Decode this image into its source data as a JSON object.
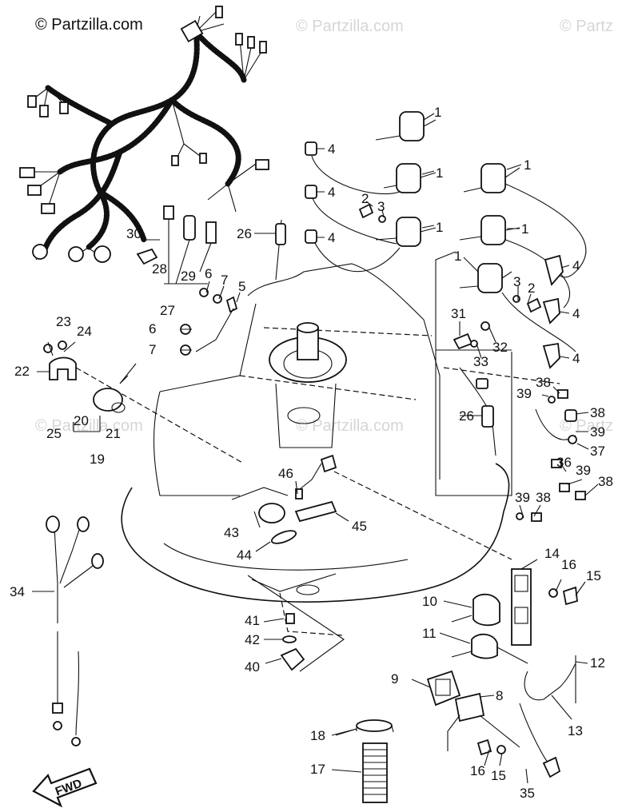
{
  "watermarks": [
    "© Partzilla.com",
    "© Partzilla.com",
    "© Partz",
    "© Partzilla.com",
    "© Partzilla.com",
    "© Partz"
  ],
  "fwd_label": "FWD",
  "callouts": {
    "c1a": "1",
    "c1b": "1",
    "c1c": "1",
    "c1d": "1",
    "c1e": "1",
    "c1f": "1",
    "c2a": "2",
    "c2b": "2",
    "c3a": "3",
    "c3b": "3",
    "c4a": "4",
    "c4b": "4",
    "c4c": "4",
    "c4d": "4",
    "c4e": "4",
    "c4f": "4",
    "c5": "5",
    "c6a": "6",
    "c6b": "6",
    "c7a": "7",
    "c7b": "7",
    "c8": "8",
    "c9": "9",
    "c10": "10",
    "c11": "11",
    "c12": "12",
    "c13": "13",
    "c14": "14",
    "c15a": "15",
    "c15b": "15",
    "c16a": "16",
    "c16b": "16",
    "c17": "17",
    "c18": "18",
    "c19": "19",
    "c20": "20",
    "c21": "21",
    "c22": "22",
    "c23": "23",
    "c24": "24",
    "c25": "25",
    "c26a": "26",
    "c26b": "26",
    "c27": "27",
    "c28": "28",
    "c29": "29",
    "c30": "30",
    "c31": "31",
    "c32": "32",
    "c33": "33",
    "c34": "34",
    "c35": "35",
    "c36": "36",
    "c37": "37",
    "c38a": "38",
    "c38b": "38",
    "c38c": "38",
    "c38d": "38",
    "c39a": "39",
    "c39b": "39",
    "c39c": "39",
    "c39d": "39",
    "c40": "40",
    "c41": "41",
    "c42": "42",
    "c43": "43",
    "c44": "44",
    "c45": "45",
    "c46": "46"
  }
}
